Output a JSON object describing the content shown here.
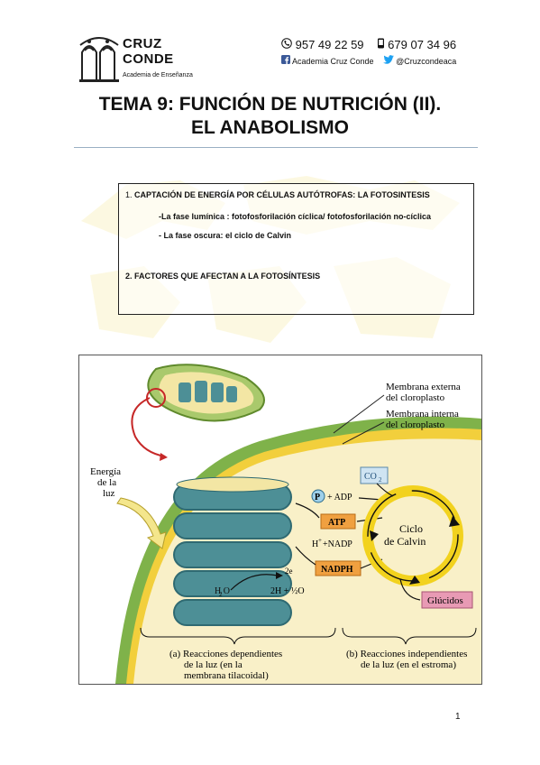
{
  "header": {
    "logo": {
      "line1": "CRUZ",
      "line2": "CONDE",
      "subtitle": "Academia de Enseñanza"
    },
    "contact": {
      "phone": "957 49 22 59",
      "mobile": "679 07 34 96",
      "facebook": "Academia Cruz Conde",
      "twitter": "@Cruzcondeaca"
    }
  },
  "title": {
    "line1": "TEMA 9: FUNCIÓN DE NUTRICIÓN (II).",
    "line2": "EL ANABOLISMO"
  },
  "toc": {
    "item1_num": "1.",
    "item1": "CAPTACIÓN DE ENERGÍA POR CÉLULAS AUTÓTROFAS: LA FOTOSINTESIS",
    "sub1": "-La fase lumínica : fotofosforilación cíclica/ fotofosforilación no-cíclica",
    "sub2": "- La fase oscura: el ciclo de Calvin",
    "item2": "2. FACTORES QUE AFECTAN A LA FOTOSÍNTESIS"
  },
  "figure": {
    "membrana_externa_1": "Membrana externa",
    "membrana_externa_2": "del cloroplasto",
    "membrana_interna_1": "Membrana interna",
    "membrana_interna_2": "del cloroplasto",
    "energia_1": "Energía",
    "energia_2": "de la",
    "energia_3": "luz",
    "co2": "CO",
    "co2_sub": "2",
    "p_label": "P",
    "adp": "+ ADP",
    "atp": "ATP",
    "h_nadp": "H",
    "h_nadp_sup": "+",
    "h_nadp_rest": "+NADP",
    "nadph": "NADPH",
    "two_e": "2e",
    "h2o": "H O",
    "h2o_sub": "2",
    "products": "2H + ½O",
    "ciclo_1": "Ciclo",
    "ciclo_2": "de Calvin",
    "glucidos": "Glúcidos",
    "caption_a_1": "(a) Reacciones dependientes",
    "caption_a_2": "de la luz (en la",
    "caption_a_3": "membrana tilacoidal)",
    "caption_b_1": "(b) Reacciones independientes",
    "caption_b_2": "de la luz (en el estroma)"
  },
  "page_number": "1",
  "colors": {
    "accent_yellow": "#f2d21e",
    "membrane_green": "#5f9a3c",
    "thylakoid_teal": "#4d8f96",
    "pink": "#e89ab4",
    "orange": "#f0a040"
  }
}
